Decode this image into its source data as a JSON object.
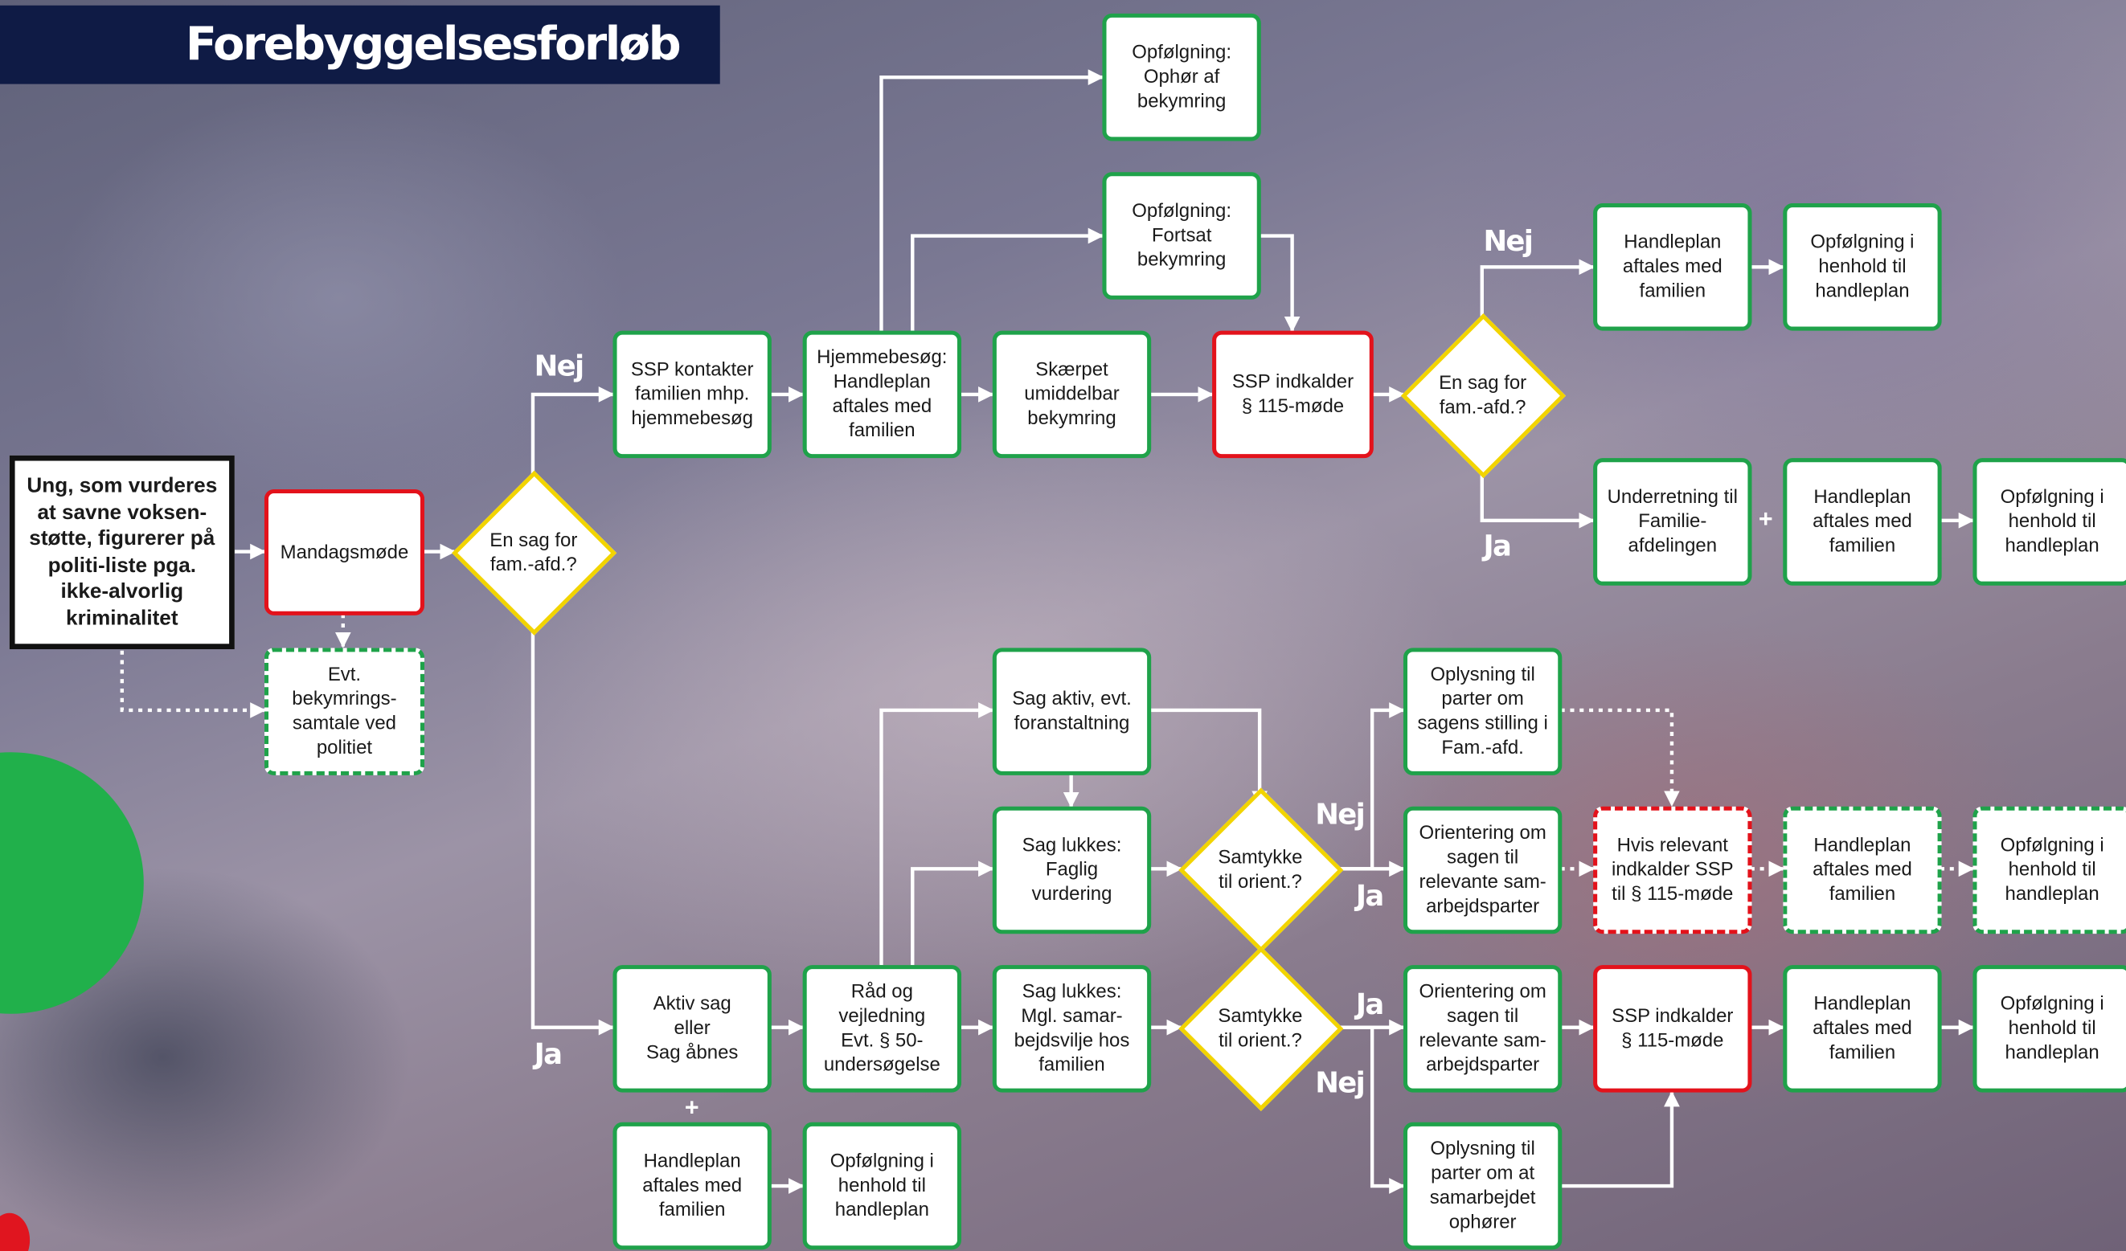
{
  "title": "Forebyggelsesforløb",
  "colors": {
    "box_border": "#1fa24a",
    "alert_border": "#e3121b",
    "decision_border": "#f2d400",
    "title_bg": "#0f1b45"
  },
  "nodes": {
    "start": "Ung, som vurderes\nat savne voksen-\nstøtte, figurerer på\npoliti-liste pga.\nikke-alvorlig\nkriminalitet",
    "mandagsmode": "Mandagsmøde",
    "bekymringssamtale": "Evt.\nbekymrings-\nsamtale ved\npolitiet",
    "decision1": "En sag for\nfam.-afd.?",
    "ssp_kontakter": "SSP kontakter\nfamilien mhp.\nhjemmebesøg",
    "hjemmebesog": "Hjemmebesøg:\nHandleplan\naftales med\nfamilien",
    "skaerpet": "Skærpet\numiddelbar\nbekymring",
    "ophor": "Opfølgning:\nOphør af\nbekymring",
    "fortsat": "Opfølgning:\nFortsat\nbekymring",
    "ssp115_top": "SSP indkalder\n§ 115-møde",
    "decision2": "En sag for\nfam.-afd.?",
    "handleplan_top": "Handleplan\naftales med\nfamilien",
    "opfolg_top": "Opfølgning i\nhenhold til\nhandleplan",
    "underretning": "Underretning til\nFamilie-\nafdelingen",
    "handleplan_mid": "Handleplan\naftales med\nfamilien",
    "opfolg_mid": "Opfølgning i\nhenhold til\nhandleplan",
    "aktiv_sag": "Aktiv sag\neller\nSag åbnes",
    "raad": "Råd og\nvejledning\nEvt. § 50-\nundersøgelse",
    "handleplan_bl": "Handleplan\naftales med\nfamilien",
    "opfolg_bl": "Opfølgning i\nhenhold til\nhandleplan",
    "sag_aktiv": "Sag aktiv, evt.\nforanstaltning",
    "sag_lukkes_faglig": "Sag lukkes:\nFaglig\nvurdering",
    "sag_lukkes_mgl": "Sag lukkes:\nMgl. samar-\nbejdsvilje hos\nfamilien",
    "decision3": "Samtykke\ntil orient.?",
    "decision4": "Samtykke\ntil orient.?",
    "oplysning_stilling": "Oplysning til\nparter om\nsagens stilling i\nFam.-afd.",
    "orientering_a": "Orientering om\nsagen til\nrelevante sam-\narbejdsparter",
    "hvis_relevant": "Hvis relevant\nindkalder SSP\ntil § 115-møde",
    "handleplan_dash": "Handleplan\naftales med\nfamilien",
    "opfolg_dash": "Opfølgning i\nhenhold til\nhandleplan",
    "orientering_b": "Orientering om\nsagen til\nrelevante sam-\narbejdsparter",
    "ssp115_bottom": "SSP indkalder\n§ 115-møde",
    "handleplan_br": "Handleplan\naftales med\nfamilien",
    "opfolg_br": "Opfølgning i\nhenhold til\nhandleplan",
    "oplysning_ophorer": "Oplysning til\nparter om at\nsamarbejdet\nophører"
  },
  "labels": {
    "nej_1": "Nej",
    "ja_1": "Ja",
    "nej_2": "Nej",
    "ja_2": "Ja",
    "nej_3": "Nej",
    "ja_3": "Ja",
    "ja_4": "Ja",
    "nej_4": "Nej",
    "plus_1": "+",
    "plus_2": "+"
  }
}
